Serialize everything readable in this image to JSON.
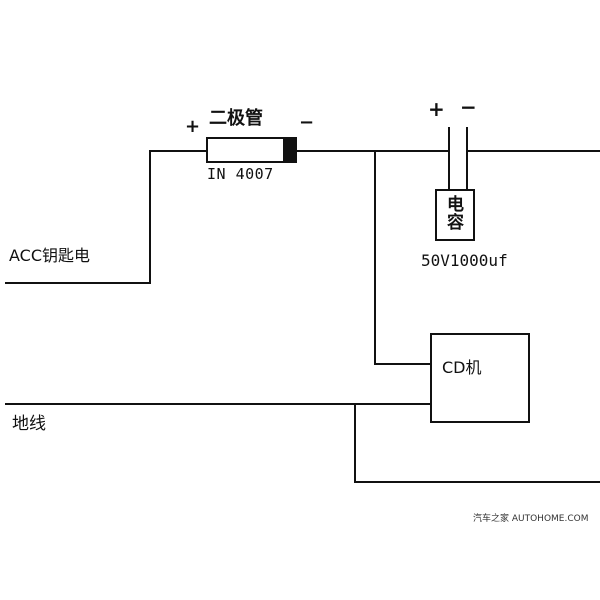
{
  "diode": {
    "name": "二极管",
    "model": "IN 4007",
    "plus": "+",
    "minus": "−"
  },
  "capacitor": {
    "name": "电容",
    "spec": "50V1000uf",
    "plus": "+",
    "minus": "−"
  },
  "device": {
    "name": "CD机"
  },
  "labels": {
    "acc": "ACC钥匙电",
    "ground": "地线"
  },
  "watermark": "汽车之家 AUTOHOME.COM"
}
